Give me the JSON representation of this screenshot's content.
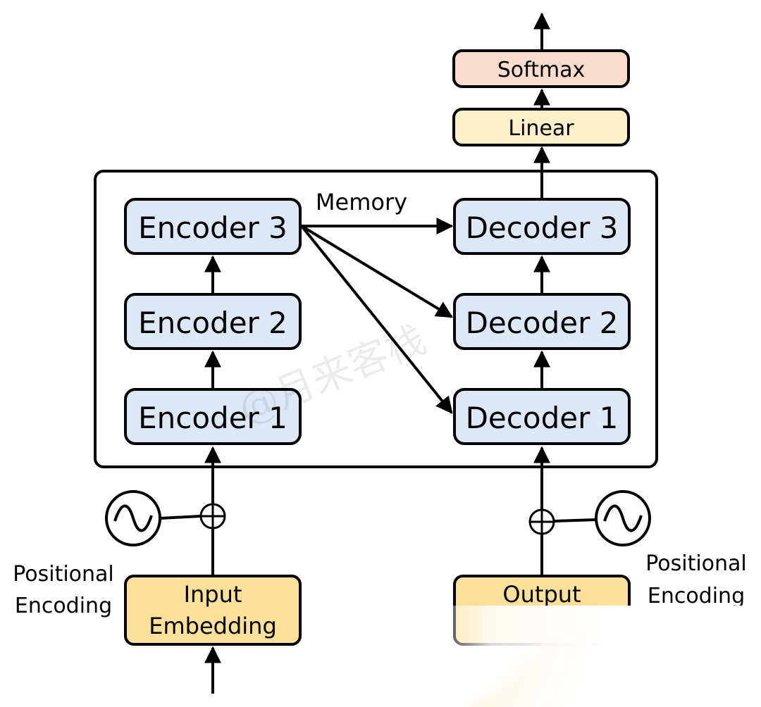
{
  "diagram": {
    "encoders": [
      "Encoder 1",
      "Encoder 2",
      "Encoder 3"
    ],
    "decoders": [
      "Decoder 1",
      "Decoder 2",
      "Decoder 3"
    ],
    "memory_label": "Memory",
    "linear_label": "Linear",
    "softmax_label": "Softmax",
    "input_embedding": {
      "line1": "Input",
      "line2": "Embedding"
    },
    "output_embedding": {
      "line1": "Output"
    },
    "positional_left": {
      "line1": "Positional",
      "line2": "Encoding"
    },
    "positional_right": {
      "line1": "Positional",
      "line2": "Encoding"
    },
    "watermark": "@月来客栈"
  },
  "colors": {
    "coder_fill": "#dde8f6",
    "embedding_fill": "#fbe09a",
    "linear_fill": "#fdefc8",
    "softmax_fill": "#f9dccc",
    "stroke": "#000000"
  }
}
